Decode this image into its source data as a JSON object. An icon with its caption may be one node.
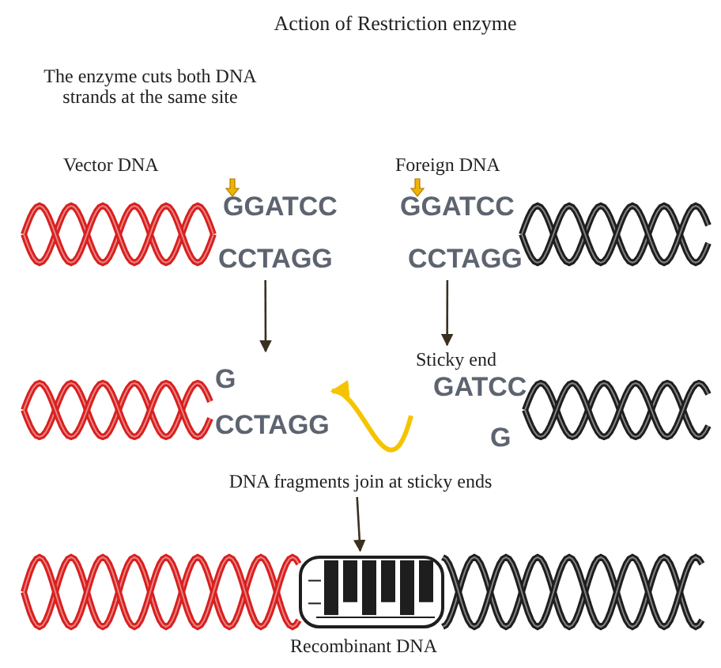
{
  "diagram": {
    "title": "Action of Restriction enzyme",
    "nodes": [
      {
        "text": [
          "Vector DNA",
          "GGATCC",
          "CCTAGG"
        ]
      },
      {
        "text": [
          "Foreign DNA",
          "GGATCC",
          "CCTAGG"
        ]
      },
      {
        "text": [
          "G",
          "CCTAGG"
        ]
      },
      {
        "text": [
          "Sticky end",
          "GATCC",
          "G"
        ]
      },
      {
        "text": [
          "Recombinant DNA"
        ]
      },
      {
        "text": [
          "DNA fragments join at sticky ends"
        ]
      }
    ],
    "edges": [
      {
        "from": 0,
        "to": 2,
        "arrow": "to"
      },
      {
        "from": 1,
        "to": 3,
        "arrow": "to"
      },
      {
        "from": 3,
        "to": 2,
        "arrow": "to",
        "style": "thick",
        "color": "#f5c400"
      },
      {
        "from": 5,
        "to": 4,
        "arrow": "to"
      }
    ],
    "labels": [
      "The enzyme cuts both DNA strands at the same site"
    ]
  }
}
